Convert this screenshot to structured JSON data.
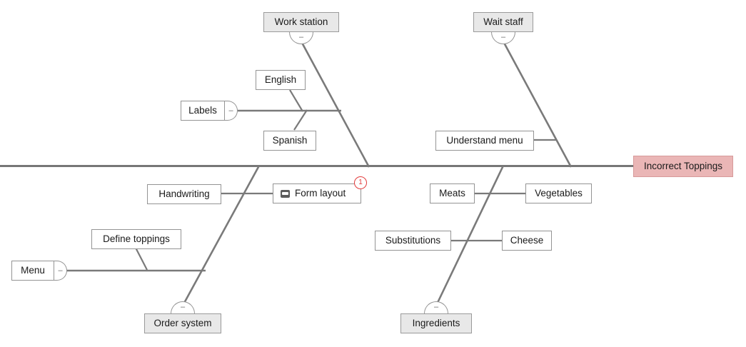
{
  "diagram": {
    "type": "fishbone",
    "title_text": "Incorrect Toppings",
    "colors": {
      "spine": "#777777",
      "bone": "#7a7a7a",
      "box_border": "#949494",
      "category_fill": "#e8e8e8",
      "head_fill": "#eab6b6",
      "head_border": "#d79a9a",
      "badge": "#e23b3b",
      "background": "#ffffff"
    },
    "collapse_glyph": "–"
  },
  "head": {
    "label": "Incorrect Toppings"
  },
  "categories": [
    {
      "id": "work-station",
      "label": "Work station",
      "position": "top-left"
    },
    {
      "id": "wait-staff",
      "label": "Wait staff",
      "position": "top-right"
    },
    {
      "id": "order-system",
      "label": "Order system",
      "position": "bottom-left"
    },
    {
      "id": "ingredients",
      "label": "Ingredients",
      "position": "bottom-right"
    }
  ],
  "causes": [
    {
      "id": "labels",
      "label": "Labels",
      "parent": "work-station",
      "has_side_collapse": true
    },
    {
      "id": "english",
      "label": "English",
      "parent": "labels"
    },
    {
      "id": "spanish",
      "label": "Spanish",
      "parent": "labels"
    },
    {
      "id": "understand-menu",
      "label": "Understand menu",
      "parent": "wait-staff"
    },
    {
      "id": "handwriting",
      "label": "Handwriting",
      "parent": "order-system"
    },
    {
      "id": "form-layout",
      "label": "Form layout",
      "parent": "order-system",
      "icon": "note-icon",
      "badge": "1"
    },
    {
      "id": "menu",
      "label": "Menu",
      "parent": "order-system",
      "has_side_collapse": true
    },
    {
      "id": "define-toppings",
      "label": "Define toppings",
      "parent": "menu"
    },
    {
      "id": "meats",
      "label": "Meats",
      "parent": "ingredients"
    },
    {
      "id": "vegetables",
      "label": "Vegetables",
      "parent": "ingredients"
    },
    {
      "id": "substitutions",
      "label": "Substitutions",
      "parent": "ingredients"
    },
    {
      "id": "cheese",
      "label": "Cheese",
      "parent": "ingredients"
    }
  ],
  "badges": {
    "form_layout_count": "1"
  }
}
